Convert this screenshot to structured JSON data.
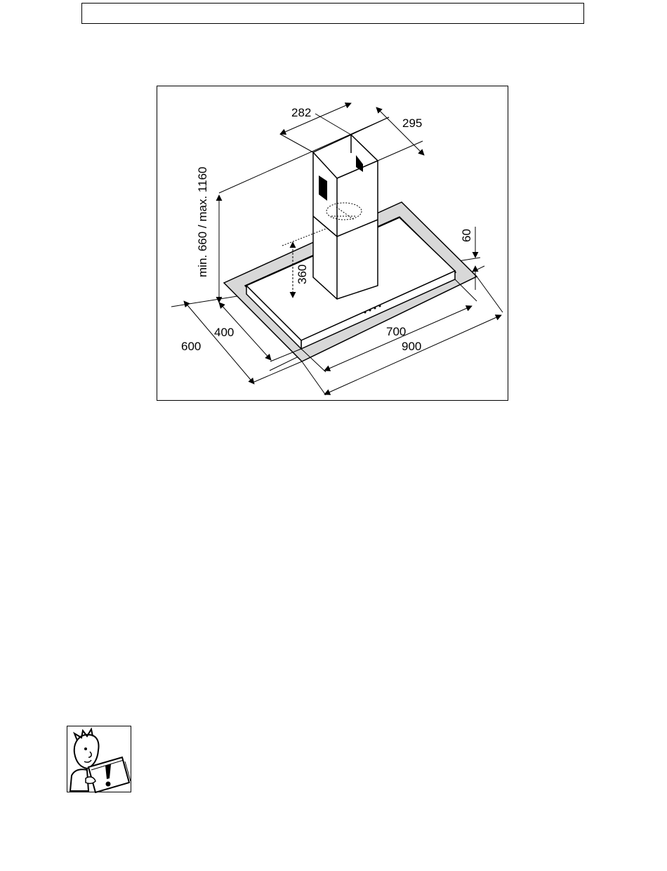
{
  "header": {
    "title": ""
  },
  "diagram": {
    "dimensions": {
      "chimney_width": "282",
      "chimney_depth": "295",
      "height_range": "min. 660 / max. 1160",
      "hood_thickness": "60",
      "inner_height": "360",
      "depth_total": "600",
      "depth_inner": "400",
      "width_inner": "700",
      "width_total": "900"
    }
  },
  "note": {
    "icon": "reading-person-exclamation-icon"
  }
}
